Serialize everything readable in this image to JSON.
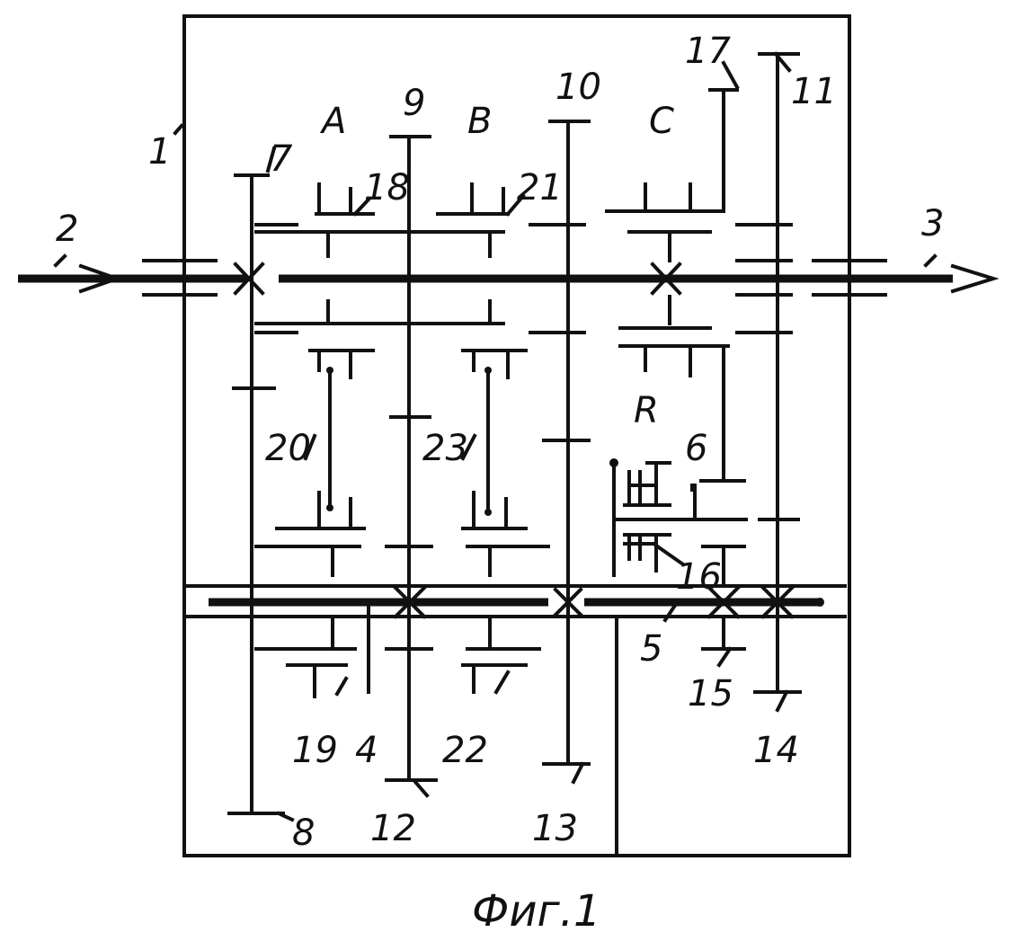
{
  "figure": {
    "caption": "Фиг.1",
    "labels": {
      "n1": "1",
      "n2": "2",
      "n3": "3",
      "n4": "4",
      "n5": "5",
      "n6": "6",
      "n7": "7",
      "n8": "8",
      "n9": "9",
      "n10": "10",
      "n11": "11",
      "n12": "12",
      "n13": "13",
      "n14": "14",
      "n15": "15",
      "n16": "16",
      "n17": "17",
      "n18": "18",
      "n19": "19",
      "n20": "20",
      "n21": "21",
      "n22": "22",
      "n23": "23",
      "A": "A",
      "B": "B",
      "C": "C",
      "R": "R"
    }
  }
}
